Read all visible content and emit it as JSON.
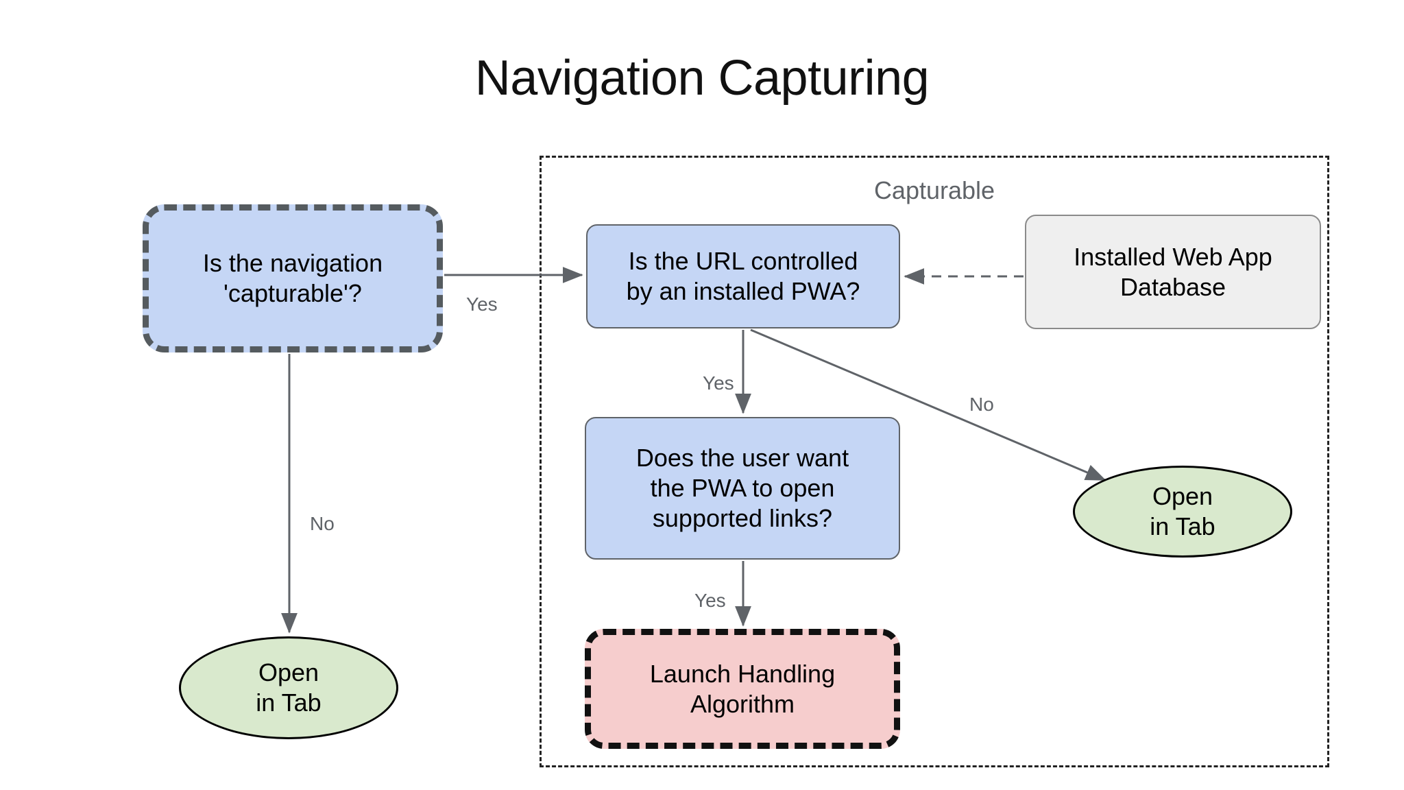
{
  "title": "Navigation Capturing",
  "groups": [
    {
      "id": "capturable",
      "label": "Capturable",
      "style": "dashed-container"
    }
  ],
  "nodes": [
    {
      "id": "is-capturable",
      "label": "Is the navigation\n'capturable'?",
      "line1": "Is the navigation",
      "line2": "'capturable'?",
      "shape": "rounded-rect",
      "border": "dashed",
      "fill": "#c5d6f5",
      "stroke": "#555b5f"
    },
    {
      "id": "url-controlled",
      "label": "Is the URL controlled\nby an installed PWA?",
      "line1": "Is the URL controlled",
      "line2": "by an installed PWA?",
      "shape": "rounded-rect",
      "border": "solid",
      "fill": "#c5d6f5",
      "stroke": "#5f6368"
    },
    {
      "id": "web-app-db",
      "label": "Installed Web App\nDatabase",
      "line1": "Installed Web App",
      "line2": "Database",
      "shape": "rounded-rect",
      "border": "solid",
      "fill": "#efefef",
      "stroke": "#8a8a8a"
    },
    {
      "id": "user-want",
      "label": "Does the user want\nthe PWA to open\nsupported links?",
      "line1": "Does the user want",
      "line2": "the PWA to open",
      "line3": "supported links?",
      "shape": "rounded-rect",
      "border": "solid",
      "fill": "#c5d6f5",
      "stroke": "#5f6368"
    },
    {
      "id": "launch-handling",
      "label": "Launch Handling\nAlgorithm",
      "line1": "Launch Handling",
      "line2": "Algorithm",
      "shape": "rounded-rect",
      "border": "dashed",
      "fill": "#f6cdcd",
      "stroke": "#111111"
    },
    {
      "id": "open-tab-left",
      "label": "Open\nin Tab",
      "line1": "Open",
      "line2": "in Tab",
      "shape": "ellipse",
      "border": "solid",
      "fill": "#d9e9cd",
      "stroke": "#000000"
    },
    {
      "id": "open-tab-right",
      "label": "Open\nin Tab",
      "line1": "Open",
      "line2": "in Tab",
      "shape": "ellipse",
      "border": "solid",
      "fill": "#d9e9cd",
      "stroke": "#000000"
    }
  ],
  "edges": [
    {
      "id": "capturable-yes",
      "from": "is-capturable",
      "to": "url-controlled",
      "label": "Yes",
      "style": "solid"
    },
    {
      "id": "capturable-no",
      "from": "is-capturable",
      "to": "open-tab-left",
      "label": "No",
      "style": "solid"
    },
    {
      "id": "url-yes",
      "from": "url-controlled",
      "to": "user-want",
      "label": "Yes",
      "style": "solid"
    },
    {
      "id": "url-no",
      "from": "url-controlled",
      "to": "open-tab-right",
      "label": "No",
      "style": "solid"
    },
    {
      "id": "user-yes",
      "from": "user-want",
      "to": "launch-handling",
      "label": "Yes",
      "style": "solid"
    },
    {
      "id": "db-lookup",
      "from": "web-app-db",
      "to": "url-controlled",
      "label": "",
      "style": "dashed"
    }
  ],
  "colors": {
    "blue_fill": "#c5d6f5",
    "gray_fill": "#efefef",
    "pink_fill": "#f6cdcd",
    "green_fill": "#d9e9cd",
    "edge_stroke": "#5f6368",
    "label_text": "#5f6368",
    "title_text": "#111111"
  }
}
